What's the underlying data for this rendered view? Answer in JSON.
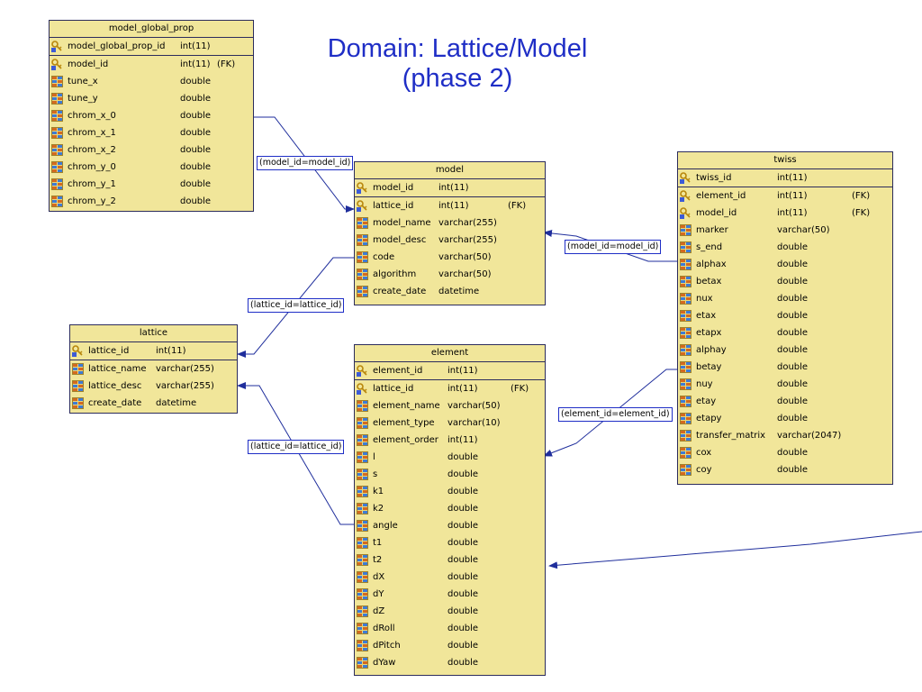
{
  "title": {
    "line1": "Domain: Lattice/Model",
    "line2": "(phase 2)"
  },
  "tables": {
    "model_global_prop": {
      "name": "model_global_prop",
      "pk": [
        {
          "name": "model_global_prop_id",
          "type": "int(11)",
          "fk": "",
          "icon": "key-icon"
        }
      ],
      "cols": [
        {
          "name": "model_id",
          "type": "int(11)",
          "fk": "(FK)",
          "icon": "key-icon"
        },
        {
          "name": "tune_x",
          "type": "double",
          "fk": "",
          "icon": "column-icon"
        },
        {
          "name": "tune_y",
          "type": "double",
          "fk": "",
          "icon": "column-icon"
        },
        {
          "name": "chrom_x_0",
          "type": "double",
          "fk": "",
          "icon": "column-icon"
        },
        {
          "name": "chrom_x_1",
          "type": "double",
          "fk": "",
          "icon": "column-icon"
        },
        {
          "name": "chrom_x_2",
          "type": "double",
          "fk": "",
          "icon": "column-icon"
        },
        {
          "name": "chrom_y_0",
          "type": "double",
          "fk": "",
          "icon": "column-icon"
        },
        {
          "name": "chrom_y_1",
          "type": "double",
          "fk": "",
          "icon": "column-icon"
        },
        {
          "name": "chrom_y_2",
          "type": "double",
          "fk": "",
          "icon": "column-icon"
        }
      ]
    },
    "model": {
      "name": "model",
      "pk": [
        {
          "name": "model_id",
          "type": "int(11)",
          "fk": "",
          "icon": "key-icon"
        }
      ],
      "cols": [
        {
          "name": "lattice_id",
          "type": "int(11)",
          "fk": "(FK)",
          "icon": "key-icon"
        },
        {
          "name": "model_name",
          "type": "varchar(255)",
          "fk": "",
          "icon": "column-icon"
        },
        {
          "name": "model_desc",
          "type": "varchar(255)",
          "fk": "",
          "icon": "column-icon"
        },
        {
          "name": "code",
          "type": "varchar(50)",
          "fk": "",
          "icon": "column-icon"
        },
        {
          "name": "algorithm",
          "type": "varchar(50)",
          "fk": "",
          "icon": "column-icon"
        },
        {
          "name": "create_date",
          "type": "datetime",
          "fk": "",
          "icon": "column-icon"
        }
      ]
    },
    "lattice": {
      "name": "lattice",
      "pk": [
        {
          "name": "lattice_id",
          "type": "int(11)",
          "fk": "",
          "icon": "key-icon"
        }
      ],
      "cols": [
        {
          "name": "lattice_name",
          "type": "varchar(255)",
          "fk": "",
          "icon": "column-icon"
        },
        {
          "name": "lattice_desc",
          "type": "varchar(255)",
          "fk": "",
          "icon": "column-icon"
        },
        {
          "name": "create_date",
          "type": "datetime",
          "fk": "",
          "icon": "column-icon"
        }
      ]
    },
    "element": {
      "name": "element",
      "pk": [
        {
          "name": "element_id",
          "type": "int(11)",
          "fk": "",
          "icon": "key-icon"
        }
      ],
      "cols": [
        {
          "name": "lattice_id",
          "type": "int(11)",
          "fk": "(FK)",
          "icon": "key-icon"
        },
        {
          "name": "element_name",
          "type": "varchar(50)",
          "fk": "",
          "icon": "column-icon"
        },
        {
          "name": "element_type",
          "type": "varchar(10)",
          "fk": "",
          "icon": "column-icon"
        },
        {
          "name": "element_order",
          "type": "int(11)",
          "fk": "",
          "icon": "column-icon"
        },
        {
          "name": "l",
          "type": "double",
          "fk": "",
          "icon": "column-icon"
        },
        {
          "name": "s",
          "type": "double",
          "fk": "",
          "icon": "column-icon"
        },
        {
          "name": "k1",
          "type": "double",
          "fk": "",
          "icon": "column-icon"
        },
        {
          "name": "k2",
          "type": "double",
          "fk": "",
          "icon": "column-icon"
        },
        {
          "name": "angle",
          "type": "double",
          "fk": "",
          "icon": "column-icon"
        },
        {
          "name": "t1",
          "type": "double",
          "fk": "",
          "icon": "column-icon"
        },
        {
          "name": "t2",
          "type": "double",
          "fk": "",
          "icon": "column-icon"
        },
        {
          "name": "dX",
          "type": "double",
          "fk": "",
          "icon": "column-icon"
        },
        {
          "name": "dY",
          "type": "double",
          "fk": "",
          "icon": "column-icon"
        },
        {
          "name": "dZ",
          "type": "double",
          "fk": "",
          "icon": "column-icon"
        },
        {
          "name": "dRoll",
          "type": "double",
          "fk": "",
          "icon": "column-icon"
        },
        {
          "name": "dPitch",
          "type": "double",
          "fk": "",
          "icon": "column-icon"
        },
        {
          "name": "dYaw",
          "type": "double",
          "fk": "",
          "icon": "column-icon"
        }
      ]
    },
    "twiss": {
      "name": "twiss",
      "pk": [
        {
          "name": "twiss_id",
          "type": "int(11)",
          "fk": "",
          "icon": "key-icon"
        }
      ],
      "cols": [
        {
          "name": "element_id",
          "type": "int(11)",
          "fk": "(FK)",
          "icon": "key-icon"
        },
        {
          "name": "model_id",
          "type": "int(11)",
          "fk": "(FK)",
          "icon": "key-icon"
        },
        {
          "name": "marker",
          "type": "varchar(50)",
          "fk": "",
          "icon": "column-icon"
        },
        {
          "name": "s_end",
          "type": "double",
          "fk": "",
          "icon": "column-icon"
        },
        {
          "name": "alphax",
          "type": "double",
          "fk": "",
          "icon": "column-icon"
        },
        {
          "name": "betax",
          "type": "double",
          "fk": "",
          "icon": "column-icon"
        },
        {
          "name": "nux",
          "type": "double",
          "fk": "",
          "icon": "column-icon"
        },
        {
          "name": "etax",
          "type": "double",
          "fk": "",
          "icon": "column-icon"
        },
        {
          "name": "etapx",
          "type": "double",
          "fk": "",
          "icon": "column-icon"
        },
        {
          "name": "alphay",
          "type": "double",
          "fk": "",
          "icon": "column-icon"
        },
        {
          "name": "betay",
          "type": "double",
          "fk": "",
          "icon": "column-icon"
        },
        {
          "name": "nuy",
          "type": "double",
          "fk": "",
          "icon": "column-icon"
        },
        {
          "name": "etay",
          "type": "double",
          "fk": "",
          "icon": "column-icon"
        },
        {
          "name": "etapy",
          "type": "double",
          "fk": "",
          "icon": "column-icon"
        },
        {
          "name": "transfer_matrix",
          "type": "varchar(2047)",
          "fk": "",
          "icon": "column-icon"
        },
        {
          "name": "cox",
          "type": "double",
          "fk": "",
          "icon": "column-icon"
        },
        {
          "name": "coy",
          "type": "double",
          "fk": "",
          "icon": "column-icon"
        }
      ]
    }
  },
  "relationships": [
    {
      "label": "(model_id=model_id)",
      "from": "model_global_prop",
      "to": "model"
    },
    {
      "label": "(model_id=model_id)",
      "from": "twiss",
      "to": "model"
    },
    {
      "label": "(lattice_id=lattice_id)",
      "from": "model",
      "to": "lattice"
    },
    {
      "label": "(lattice_id=lattice_id)",
      "from": "element",
      "to": "lattice"
    },
    {
      "label": "(element_id=element_id)",
      "from": "twiss",
      "to": "element"
    },
    {
      "label": "",
      "from": "offscreen",
      "to": "element"
    }
  ],
  "colors": {
    "table_fill": "#f1e69a",
    "border": "#2c2c5c",
    "title": "#1f2ec6",
    "line": "#1f2e9c"
  }
}
